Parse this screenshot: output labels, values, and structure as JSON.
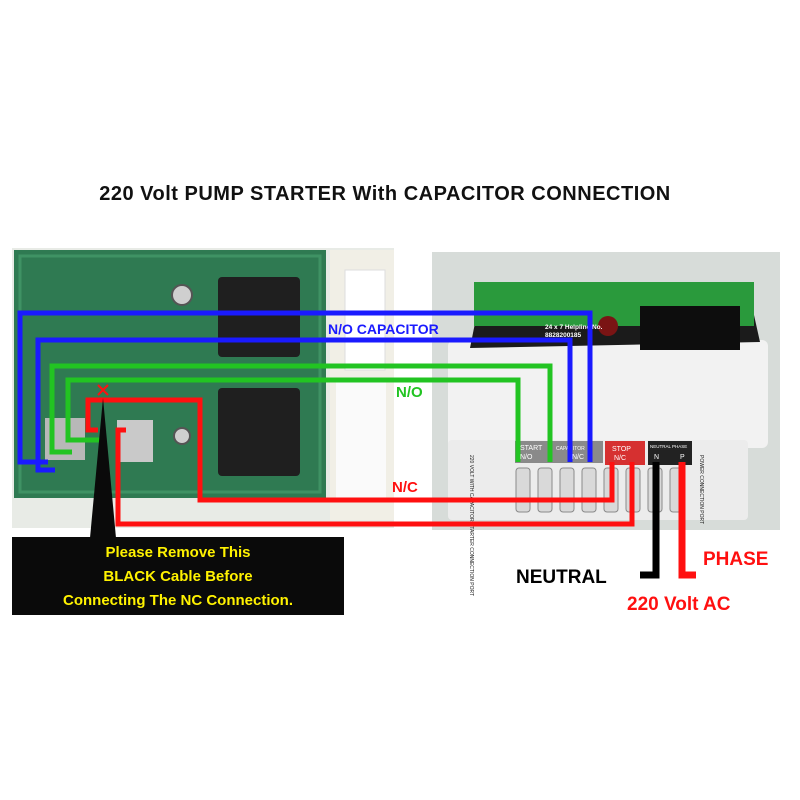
{
  "title": "220 Volt PUMP STARTER With CAPACITOR CONNECTION",
  "wire_labels": {
    "no_capacitor": "N/O CAPACITOR",
    "no": "N/O",
    "nc": "N/C",
    "neutral": "NEUTRAL",
    "phase": "PHASE",
    "supply": "220 Volt AC"
  },
  "note_lines": [
    "Please Remove This",
    "BLACK Cable Before",
    "Connecting The NC Connection."
  ],
  "terminal_labels": {
    "start": "START",
    "start_no": "N/O",
    "capacitor": "CAPACITOR",
    "capacitor_no": "N/C",
    "stop": "STOP",
    "stop_nc": "N/C",
    "neutral": "NEUTRAL",
    "neutral_short": "N",
    "phase": "PHASE",
    "phase_short": "P",
    "power_port": "POWER CONNECTION PORT",
    "starter_port": "220 VOLT WITH CAPACITOR STARTER CONNECTION PORT"
  },
  "device_text": {
    "helpline": "24 x 7 Helpline No.",
    "helpline_number": "8828200185"
  },
  "colors": {
    "blue_wire": "#1a1aff",
    "green_wire": "#22c422",
    "red_wire": "#ff1010",
    "black_wire": "#000000",
    "panel_green": "#2f7a52",
    "note_text": "#fff200"
  },
  "icons": [
    "cross-mark-icon",
    "arrow-up-icon"
  ]
}
